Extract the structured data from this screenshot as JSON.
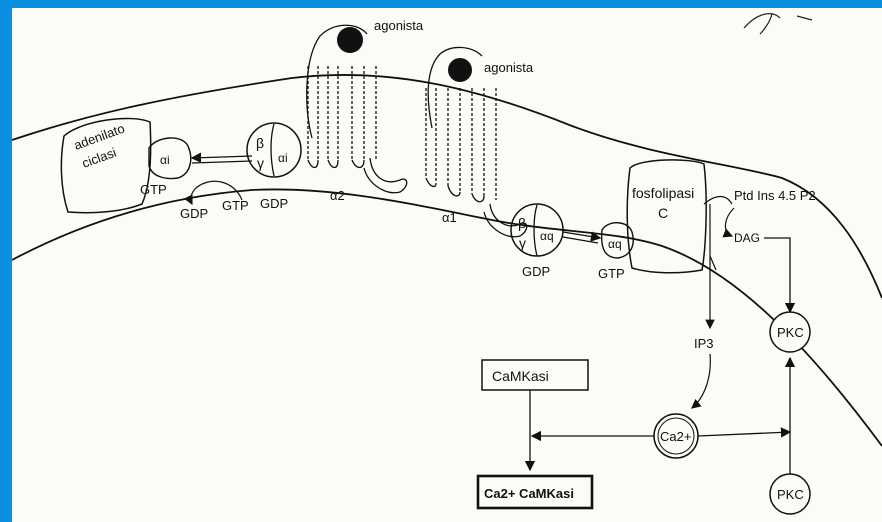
{
  "colors": {
    "frame": "#0b8fe0",
    "paper": "#fbfbf8",
    "ink": "#111111"
  },
  "labels": {
    "agonist_1": "agonista",
    "agonist_2": "agonista",
    "adenylate_cyclase": [
      "adenilato",
      "ciclasi"
    ],
    "alpha_i": "αi",
    "alpha_i_complex": "αi",
    "beta": "β",
    "gamma": "γ",
    "alpha_2": "α2",
    "alpha_1": "α1",
    "gtp_left": "GTP",
    "gdp_left": "GDP",
    "gtp_mid": "GTP",
    "gdp_mid": "GDP",
    "beta_q": "β",
    "gamma_q": "γ",
    "alpha_q_complex": "αq",
    "alpha_q": "αq",
    "gdp_q": "GDP",
    "gtp_q": "GTP",
    "phospholipase": [
      "fosfolipasi",
      "C"
    ],
    "ptd_ins": "Ptd Ins 4.5 P2",
    "dag": "DAG",
    "ip3": "IP3",
    "pkc_membrane": "PKC",
    "pkc_cytosol": "PKC",
    "calcium": "Ca2+",
    "camkinase": "CaMKasi",
    "ca_camkinase": "Ca2+ CaMKasi"
  }
}
